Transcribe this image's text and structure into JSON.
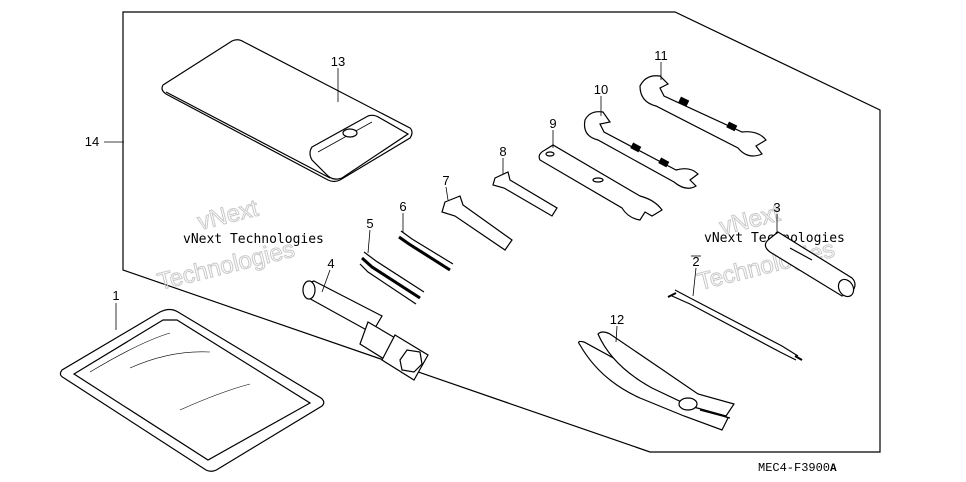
{
  "diagram": {
    "part_code": "MEC4-F3900",
    "part_code_suffix": "A",
    "callouts": {
      "c1": "1",
      "c2": "2",
      "c3": "3",
      "c4": "4",
      "c5": "5",
      "c6": "6",
      "c7": "7",
      "c8": "8",
      "c9": "9",
      "c10": "10",
      "c11": "11",
      "c12": "12",
      "c13": "13",
      "c14": "14"
    },
    "watermark": {
      "small_text": "vNext Technologies",
      "large_line1": "vNext",
      "large_line2": "Technologies"
    }
  }
}
